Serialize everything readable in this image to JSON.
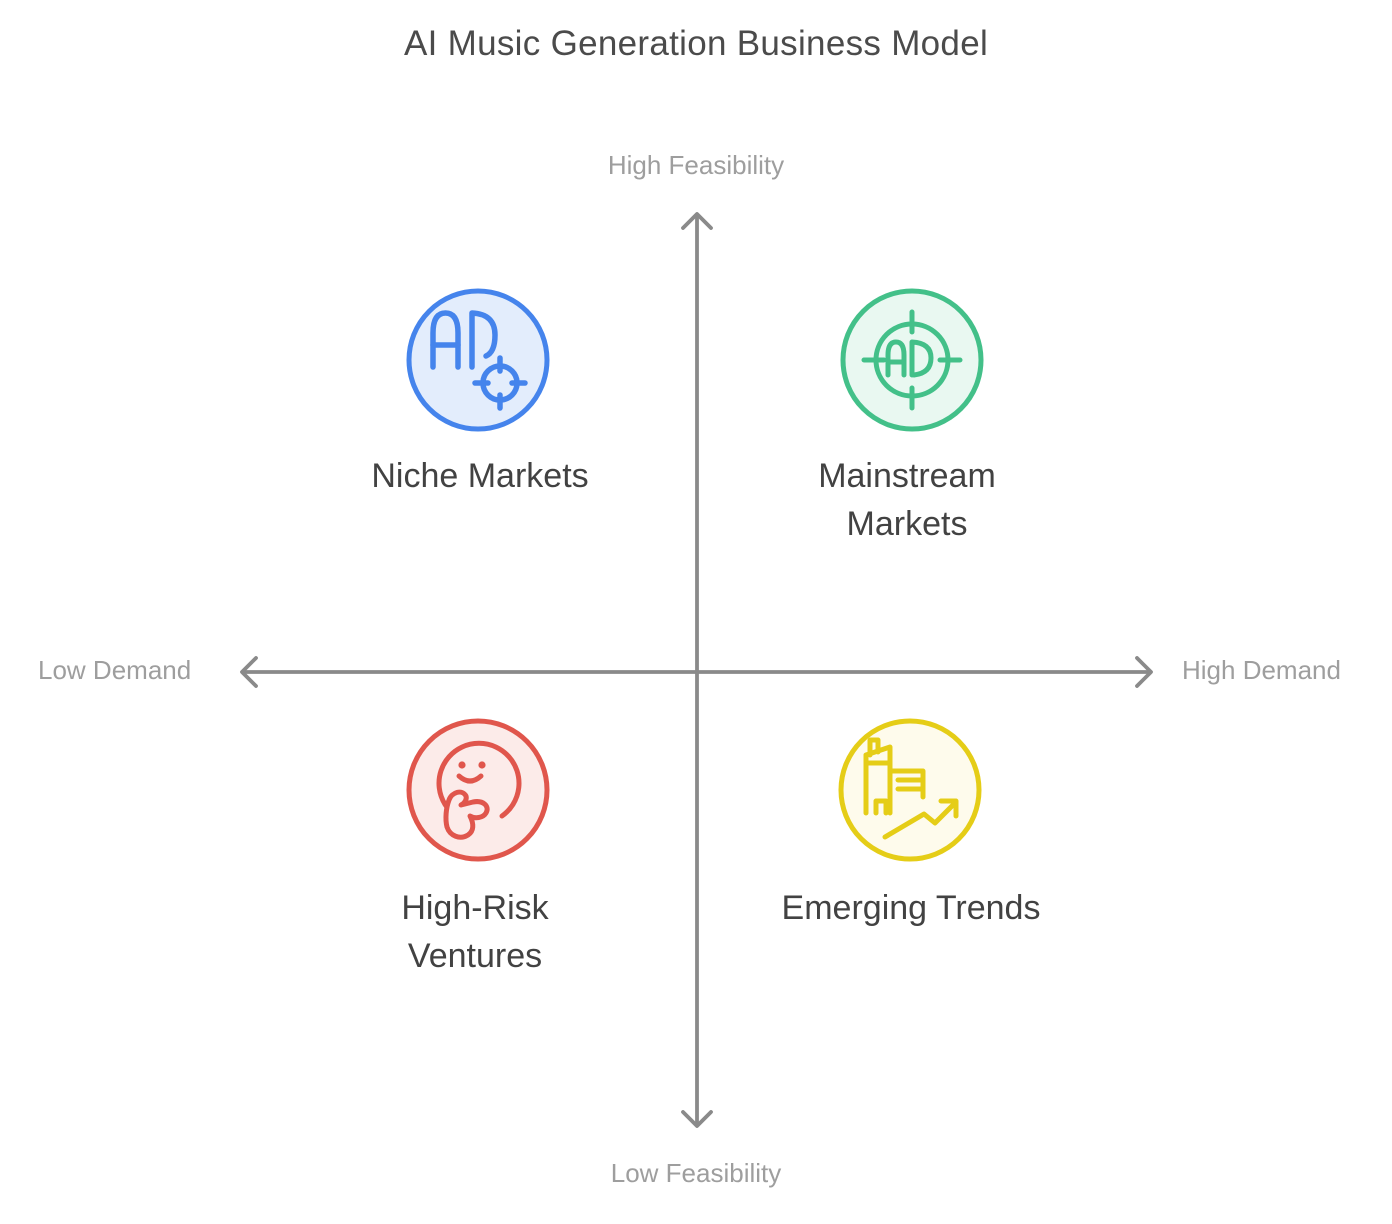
{
  "title": "AI Music Generation Business Model",
  "title_color": "#4b4b4b",
  "quadrant_label_color": "#424242",
  "axes": {
    "top": "High Feasibility",
    "bottom": "Low Feasibility",
    "left": "Low Demand",
    "right": "High Demand",
    "line_color": "#8a8a8a",
    "label_color": "#9e9e9e"
  },
  "quadrants": {
    "top_left": {
      "position": "top-left",
      "label": "Niche Markets",
      "icon": "ad-target-icon",
      "icon_text": "AD",
      "stroke": "#4584ec",
      "fill": "#e3edfc"
    },
    "top_right": {
      "position": "top-right",
      "label": "Mainstream Markets",
      "icon": "ad-crosshair-icon",
      "icon_text": "AD",
      "stroke": "#43c089",
      "fill": "#e9f8f1"
    },
    "bottom_left": {
      "position": "bottom-left",
      "label": "High-Risk Ventures",
      "icon": "thinking-face-icon",
      "stroke": "#e0564c",
      "fill": "#fcebe9"
    },
    "bottom_right": {
      "position": "bottom-right",
      "label": "Emerging Trends",
      "icon": "building-growth-icon",
      "stroke": "#e5cd17",
      "fill": "#fefbec"
    }
  }
}
